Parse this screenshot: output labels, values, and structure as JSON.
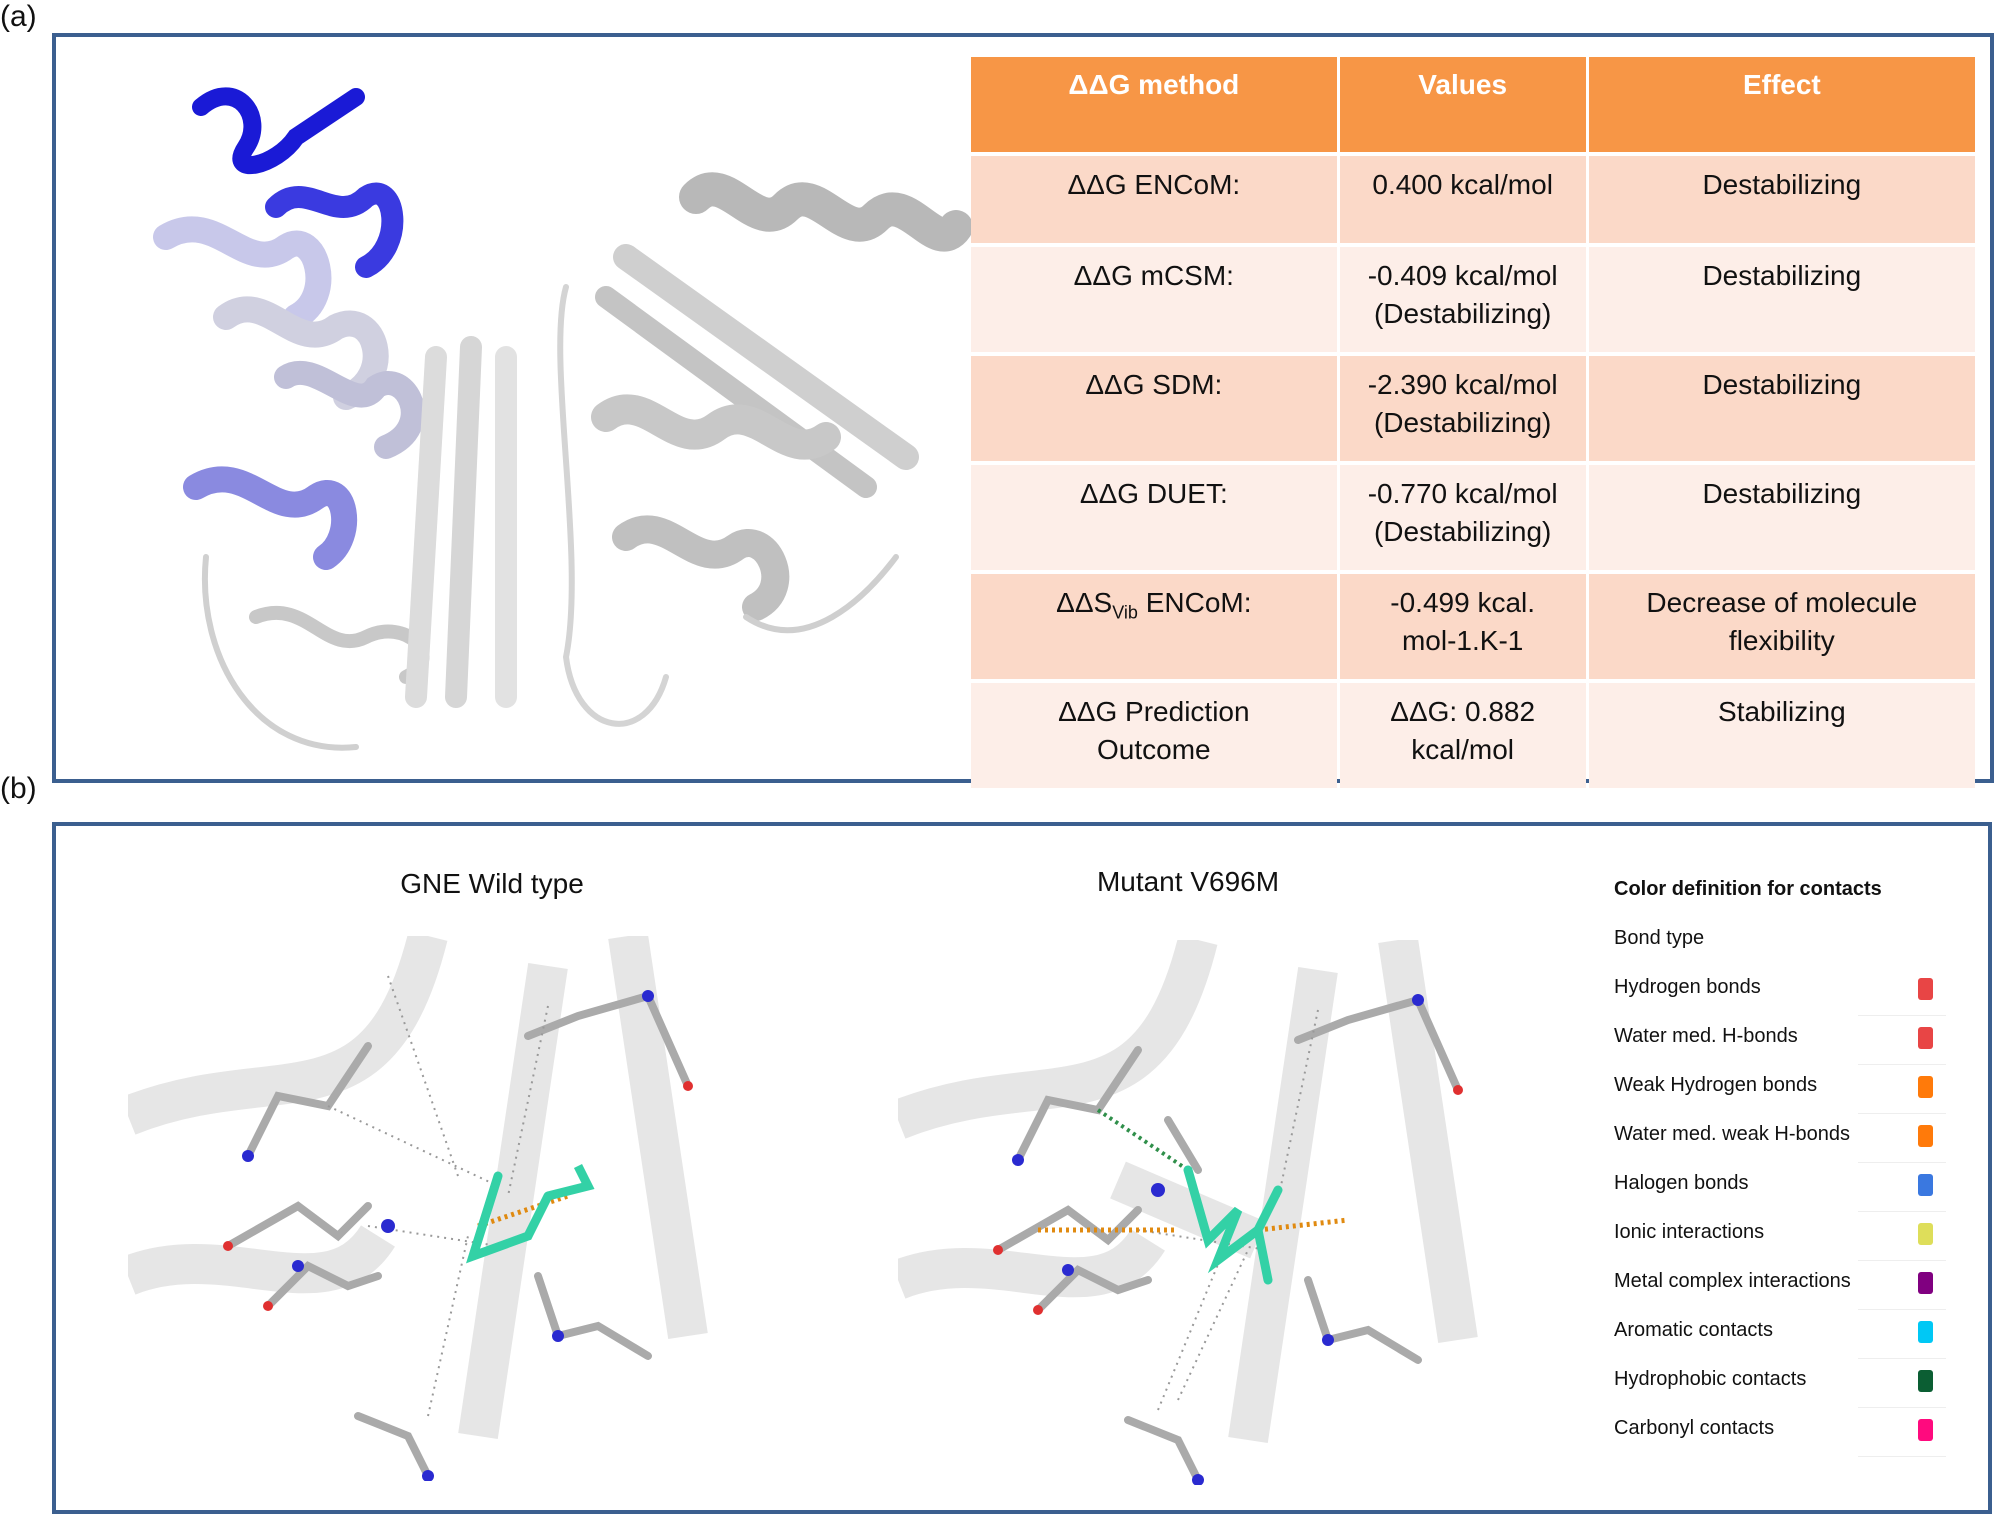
{
  "panel_a": {
    "label": "(a)",
    "table": {
      "headers": [
        "ΔΔG  method",
        "Values",
        "Effect"
      ],
      "rows": [
        {
          "method": "ΔΔG ENCoM:",
          "value": "0.400 kcal/mol",
          "value2": "",
          "effect": "Destabilizing"
        },
        {
          "method": "ΔΔG mCSM:",
          "value": "-0.409 kcal/mol",
          "value2": "(Destabilizing)",
          "effect": "Destabilizing"
        },
        {
          "method": "ΔΔG SDM:",
          "value": "-2.390 kcal/mol",
          "value2": "(Destabilizing)",
          "effect": "Destabilizing"
        },
        {
          "method": "ΔΔG DUET:",
          "value": "-0.770 kcal/mol",
          "value2": "(Destabilizing)",
          "effect": "Destabilizing"
        },
        {
          "method_prefix": "ΔΔS",
          "method_sub": "Vib",
          "method_suffix": " ENCoM:",
          "value": "-0.499 kcal.",
          "value2": "mol-1.K-1",
          "effect": "Decrease of molecule flexibility"
        },
        {
          "method": "ΔΔG Prediction Outcome",
          "value": "ΔΔG: 0.882 kcal/mol",
          "value2": "",
          "effect": "Stabilizing"
        }
      ]
    }
  },
  "panel_b": {
    "label": "(b)",
    "wild_title": "GNE Wild type",
    "mutant_title": "Mutant V696M",
    "legend": {
      "title": "Color definition for contacts",
      "subtitle": "Bond type",
      "items": [
        {
          "label": "Hydrogen bonds",
          "color": "#e84545"
        },
        {
          "label": "Water med. H-bonds",
          "color": "#e84545"
        },
        {
          "label": "Weak Hydrogen bonds",
          "color": "#ff7a0a"
        },
        {
          "label": "Water med. weak H-bonds",
          "color": "#ff7a0a"
        },
        {
          "label": "Halogen bonds",
          "color": "#3a78e0"
        },
        {
          "label": "Ionic interactions",
          "color": "#dede5a"
        },
        {
          "label": "Metal complex interactions",
          "color": "#800080"
        },
        {
          "label": "Aromatic contacts",
          "color": "#00c8f5"
        },
        {
          "label": "Hydrophobic contacts",
          "color": "#0b5e33"
        },
        {
          "label": "Carbonyl contacts",
          "color": "#ff0a7e"
        }
      ]
    }
  }
}
